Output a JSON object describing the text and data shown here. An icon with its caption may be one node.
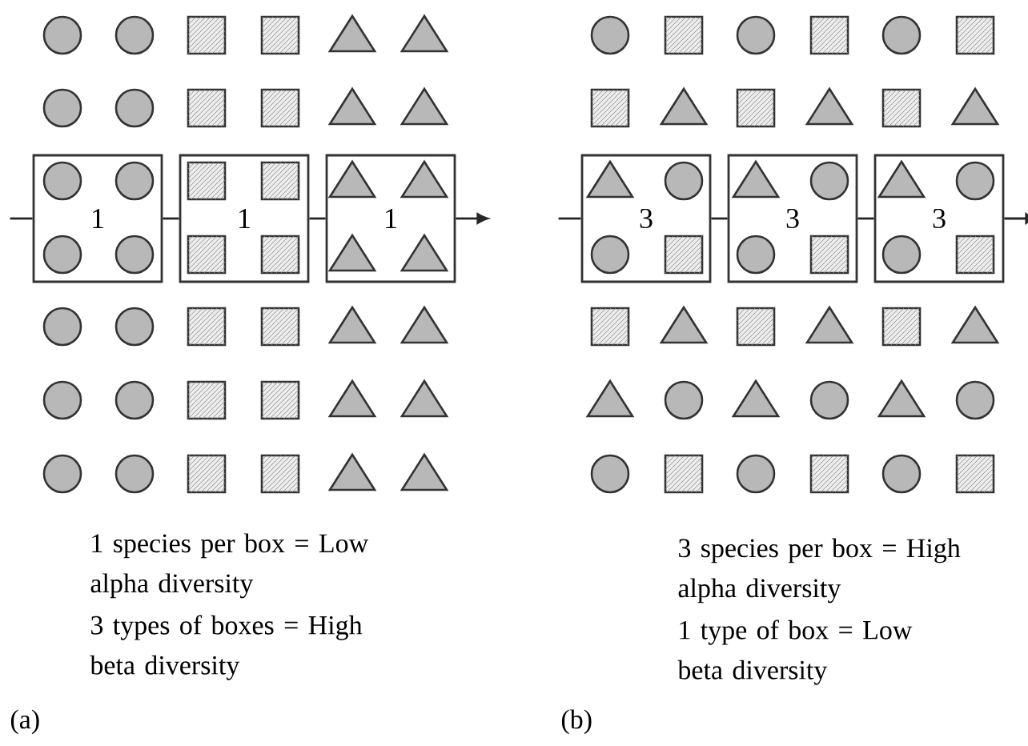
{
  "diagram": {
    "nodes": [
      {
        "text": [
          "1"
        ]
      },
      {
        "text": [
          "1"
        ]
      },
      {
        "text": [
          "1"
        ]
      },
      {
        "text": [
          "3"
        ]
      },
      {
        "text": [
          "3"
        ]
      },
      {
        "text": [
          "3"
        ]
      }
    ],
    "edges": [
      {
        "from": null,
        "to": 0,
        "arrow": "none"
      },
      {
        "from": 0,
        "to": 1,
        "arrow": "none"
      },
      {
        "from": 1,
        "to": 2,
        "arrow": "none"
      },
      {
        "from": 2,
        "to": null,
        "arrow": "to"
      },
      {
        "from": null,
        "to": 3,
        "arrow": "none"
      },
      {
        "from": 3,
        "to": 4,
        "arrow": "none"
      },
      {
        "from": 4,
        "to": 5,
        "arrow": "none"
      },
      {
        "from": 5,
        "to": null,
        "arrow": "to"
      }
    ],
    "labels": [
      "1 species per box = Low alpha diversity",
      "3 types of boxes = High beta diversity",
      "3 species per box = High alpha diversity",
      "1 type of box = Low beta diversity",
      "(a)",
      "(b)"
    ]
  }
}
